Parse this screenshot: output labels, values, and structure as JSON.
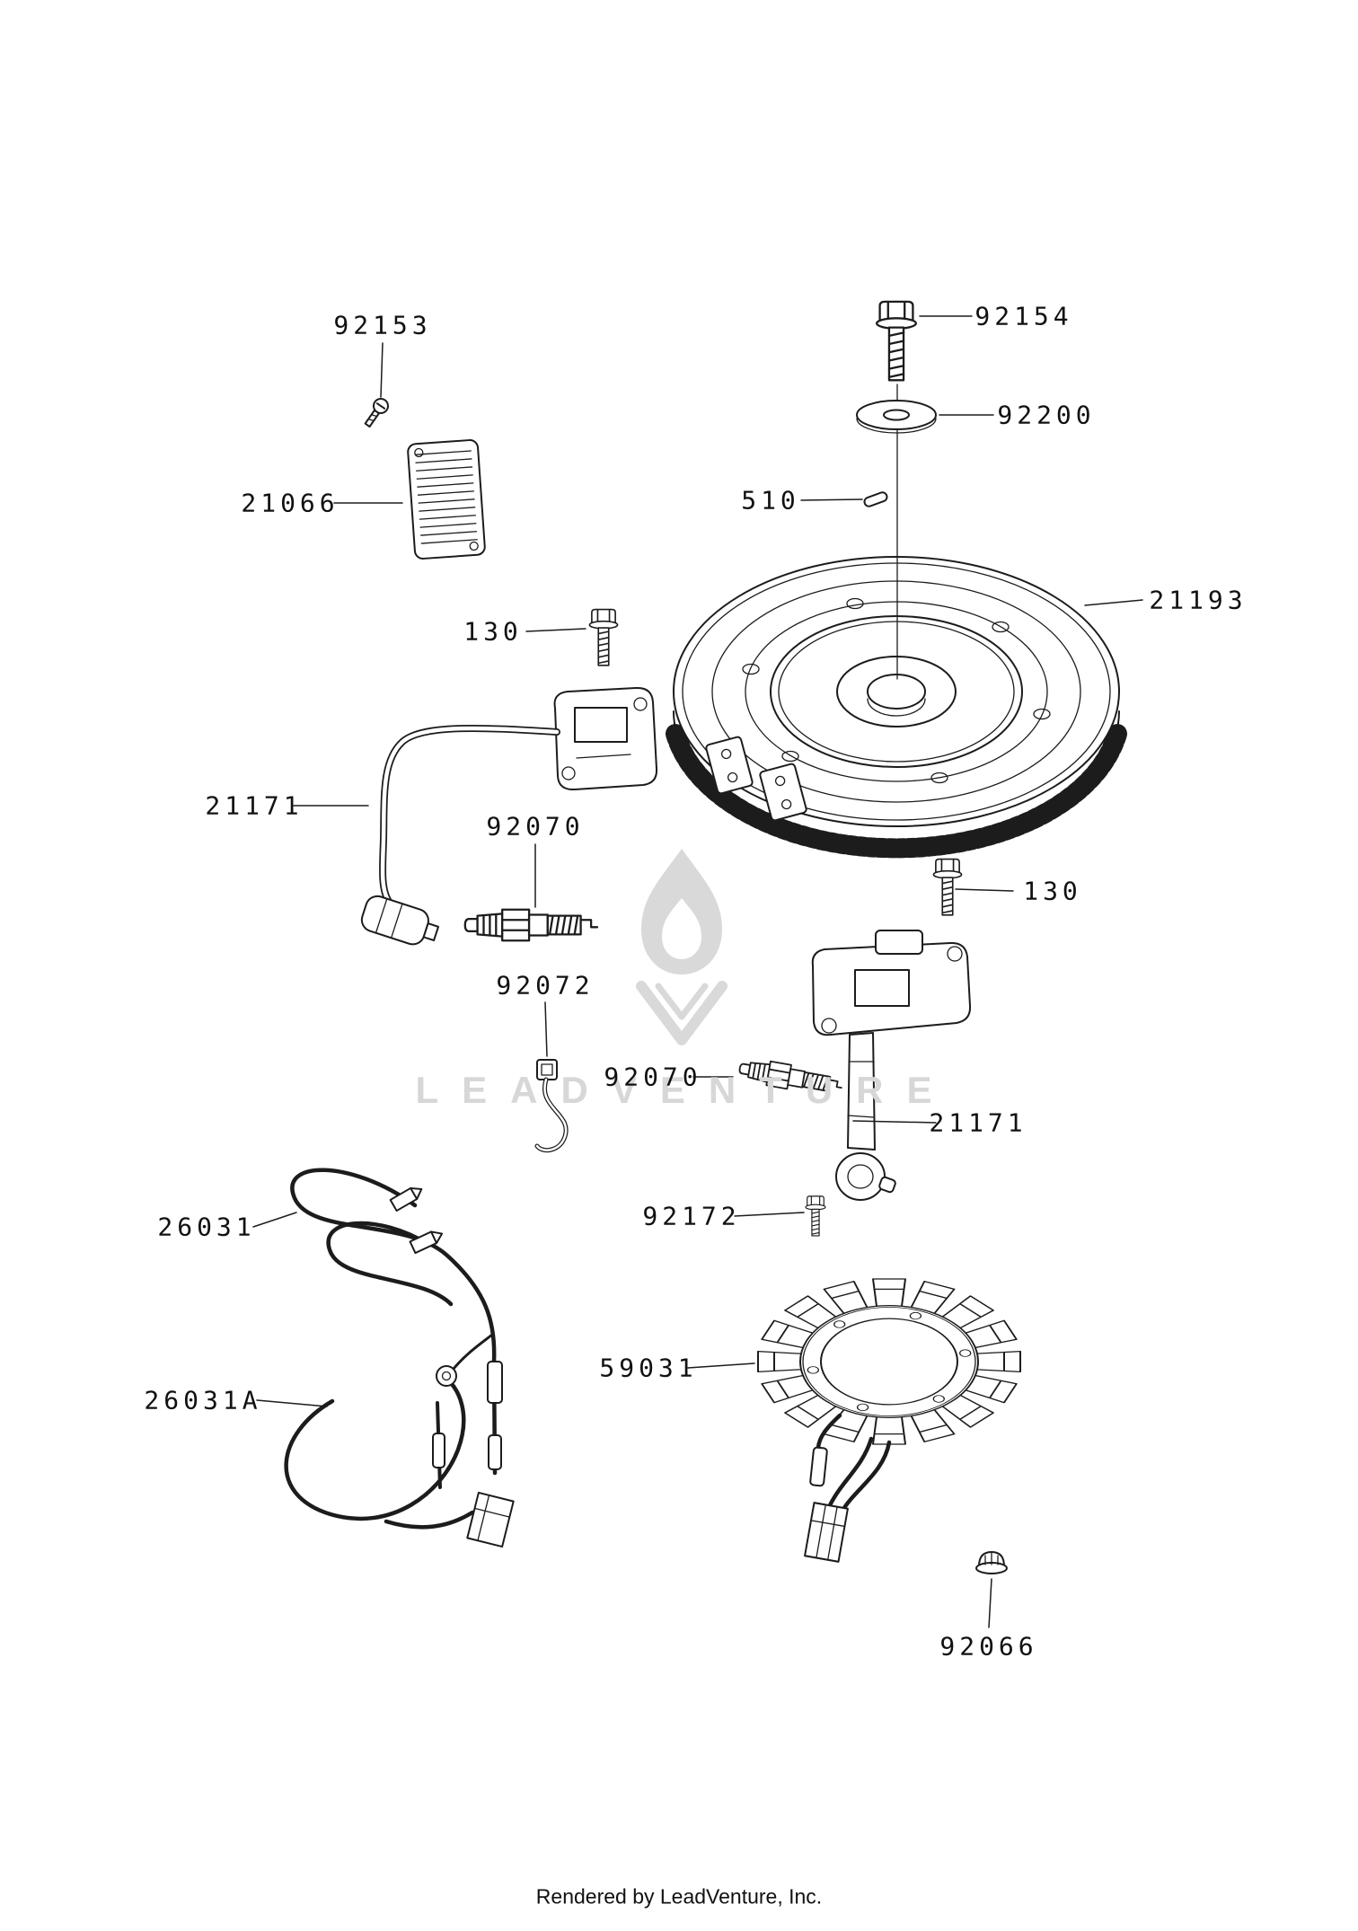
{
  "diagram": {
    "watermark": "LEADVENTURE",
    "footer": "Rendered by LeadVenture, Inc."
  },
  "parts": {
    "92153": {
      "label": "92153"
    },
    "21066": {
      "label": "21066"
    },
    "92154": {
      "label": "92154"
    },
    "92200": {
      "label": "92200"
    },
    "510": {
      "label": "510"
    },
    "21193": {
      "label": "21193"
    },
    "130": {
      "label": "130"
    },
    "21171": {
      "label": "21171"
    },
    "92070": {
      "label": "92070"
    },
    "92072": {
      "label": "92072"
    },
    "26031": {
      "label": "26031"
    },
    "26031A": {
      "label": "26031A"
    },
    "92172": {
      "label": "92172"
    },
    "59031": {
      "label": "59031"
    },
    "92066": {
      "label": "92066"
    }
  }
}
